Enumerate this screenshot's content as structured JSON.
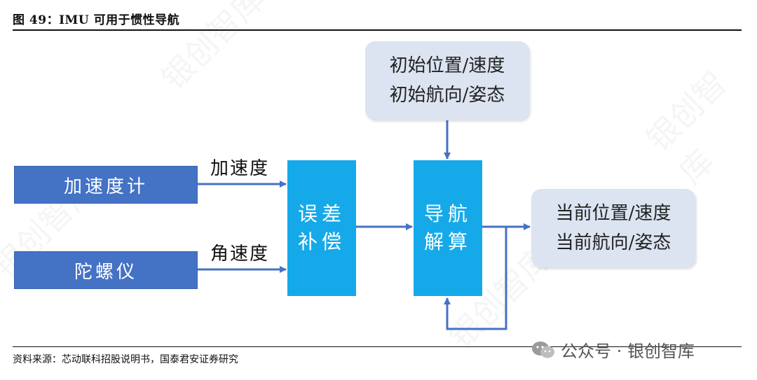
{
  "figure": {
    "title": "图 49：IMU 可用于惯性导航",
    "source": "资料来源：芯动联科招股说明书，国泰君安证券研究"
  },
  "branding": {
    "text": "公众号 · 银创智库",
    "icon": "wechat-icon"
  },
  "watermark": "银创智库",
  "nodes": {
    "accelerometer": "加速度计",
    "gyroscope": "陀螺仪",
    "error_comp": "误差\n补偿",
    "nav_calc": "导航\n解算",
    "initial_state": "初始位置/速度\n初始航向/姿态",
    "current_state": "当前位置/速度\n当前航向/姿态"
  },
  "edges": {
    "acceleration": "加速度",
    "angular_velocity": "角速度"
  },
  "colors": {
    "sensor_fill": "#4472c4",
    "process_fill": "#15a9e9",
    "state_fill": "#dce4f1",
    "arrow": "#4472c4"
  }
}
